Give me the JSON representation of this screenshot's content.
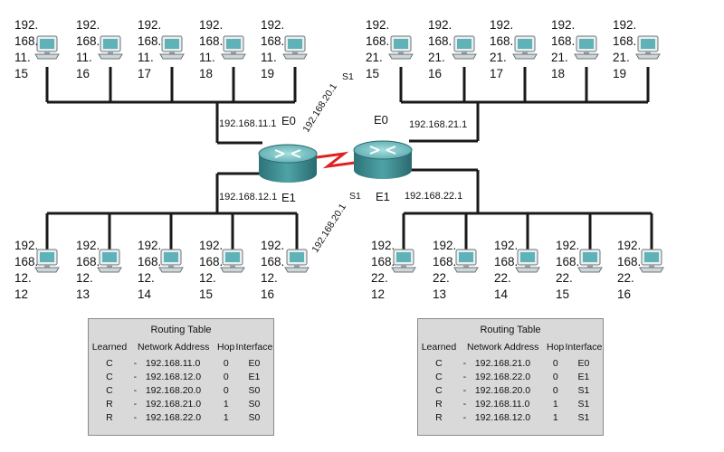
{
  "networks": [
    {
      "id": "net-11",
      "hosts": [
        {
          "l1": "192.",
          "l2": "168.",
          "l3": "11.",
          "l4": "15"
        },
        {
          "l1": "192.",
          "l2": "168.",
          "l3": "11.",
          "l4": "16"
        },
        {
          "l1": "192.",
          "l2": "168.",
          "l3": "11.",
          "l4": "17"
        },
        {
          "l1": "192.",
          "l2": "168.",
          "l3": "11.",
          "l4": "18"
        },
        {
          "l1": "192.",
          "l2": "168.",
          "l3": "11.",
          "l4": "19"
        }
      ]
    },
    {
      "id": "net-21",
      "hosts": [
        {
          "l1": "192.",
          "l2": "168.",
          "l3": "21.",
          "l4": "15"
        },
        {
          "l1": "192.",
          "l2": "168.",
          "l3": "21.",
          "l4": "16"
        },
        {
          "l1": "192.",
          "l2": "168.",
          "l3": "21.",
          "l4": "17"
        },
        {
          "l1": "192.",
          "l2": "168.",
          "l3": "21.",
          "l4": "18"
        },
        {
          "l1": "192.",
          "l2": "168.",
          "l3": "21.",
          "l4": "19"
        }
      ]
    },
    {
      "id": "net-12",
      "hosts": [
        {
          "l1": "192.",
          "l2": "168.",
          "l3": "12.",
          "l4": "12"
        },
        {
          "l1": "192.",
          "l2": "168.",
          "l3": "12.",
          "l4": "13"
        },
        {
          "l1": "192.",
          "l2": "168.",
          "l3": "12.",
          "l4": "14"
        },
        {
          "l1": "192.",
          "l2": "168.",
          "l3": "12.",
          "l4": "15"
        },
        {
          "l1": "192.",
          "l2": "168.",
          "l3": "12.",
          "l4": "16"
        }
      ]
    },
    {
      "id": "net-22",
      "hosts": [
        {
          "l1": "192.",
          "l2": "168.",
          "l3": "22.",
          "l4": "12"
        },
        {
          "l1": "192.",
          "l2": "168.",
          "l3": "22.",
          "l4": "13"
        },
        {
          "l1": "192.",
          "l2": "168.",
          "l3": "22.",
          "l4": "14"
        },
        {
          "l1": "192.",
          "l2": "168.",
          "l3": "22.",
          "l4": "15"
        },
        {
          "l1": "192.",
          "l2": "168.",
          "l3": "22.",
          "l4": "16"
        }
      ]
    }
  ],
  "routers": {
    "left": {
      "e0_ip": "192.168.11.1",
      "e1_ip": "192.168.12.1",
      "e0_label": "E0",
      "e1_label": "E1",
      "serial_upper_ip": "192.168.20.1",
      "serial_upper_label": "S1",
      "serial_lower_ip": "192.168.20.1",
      "serial_lower_label": "S1"
    },
    "right": {
      "e0_ip": "192.168.21.1",
      "e1_ip": "192.168.22.1",
      "e0_label": "E0",
      "e1_label": "E1"
    }
  },
  "routing_tables": {
    "left": {
      "title": "Routing Table",
      "headers": {
        "learned": "Learned",
        "network": "Network Address",
        "hop": "Hop",
        "interface": "Interface"
      },
      "rows": [
        {
          "learned": "C",
          "sep": "-",
          "network": "192.168.11.0",
          "hop": "0",
          "interface": "E0"
        },
        {
          "learned": "C",
          "sep": "-",
          "network": "192.168.12.0",
          "hop": "0",
          "interface": "E1"
        },
        {
          "learned": "C",
          "sep": "-",
          "network": "192.168.20.0",
          "hop": "0",
          "interface": "S0"
        },
        {
          "learned": "R",
          "sep": "-",
          "network": "192.168.21.0",
          "hop": "1",
          "interface": "S0"
        },
        {
          "learned": "R",
          "sep": "-",
          "network": "192.168.22.0",
          "hop": "1",
          "interface": "S0"
        }
      ]
    },
    "right": {
      "title": "Routing Table",
      "headers": {
        "learned": "Learned",
        "network": "Network Address",
        "hop": "Hop",
        "interface": "Interface"
      },
      "rows": [
        {
          "learned": "C",
          "sep": "-",
          "network": "192.168.21.0",
          "hop": "0",
          "interface": "E0"
        },
        {
          "learned": "C",
          "sep": "-",
          "network": "192.168.22.0",
          "hop": "0",
          "interface": "E1"
        },
        {
          "learned": "C",
          "sep": "-",
          "network": "192.168.20.0",
          "hop": "0",
          "interface": "S1"
        },
        {
          "learned": "R",
          "sep": "-",
          "network": "192.168.11.0",
          "hop": "1",
          "interface": "S1"
        },
        {
          "learned": "R",
          "sep": "-",
          "network": "192.168.12.0",
          "hop": "1",
          "interface": "S1"
        }
      ]
    }
  },
  "colors": {
    "wire": "#1a1a1a",
    "serial_link": "#e02020",
    "router_body": "#3d8f93",
    "router_top": "#7fc4c6",
    "pc_screen": "#5fb3b8",
    "table_bg": "#d9d9d9"
  },
  "icons": {
    "host": "desktop-computer-icon",
    "router": "router-icon"
  }
}
